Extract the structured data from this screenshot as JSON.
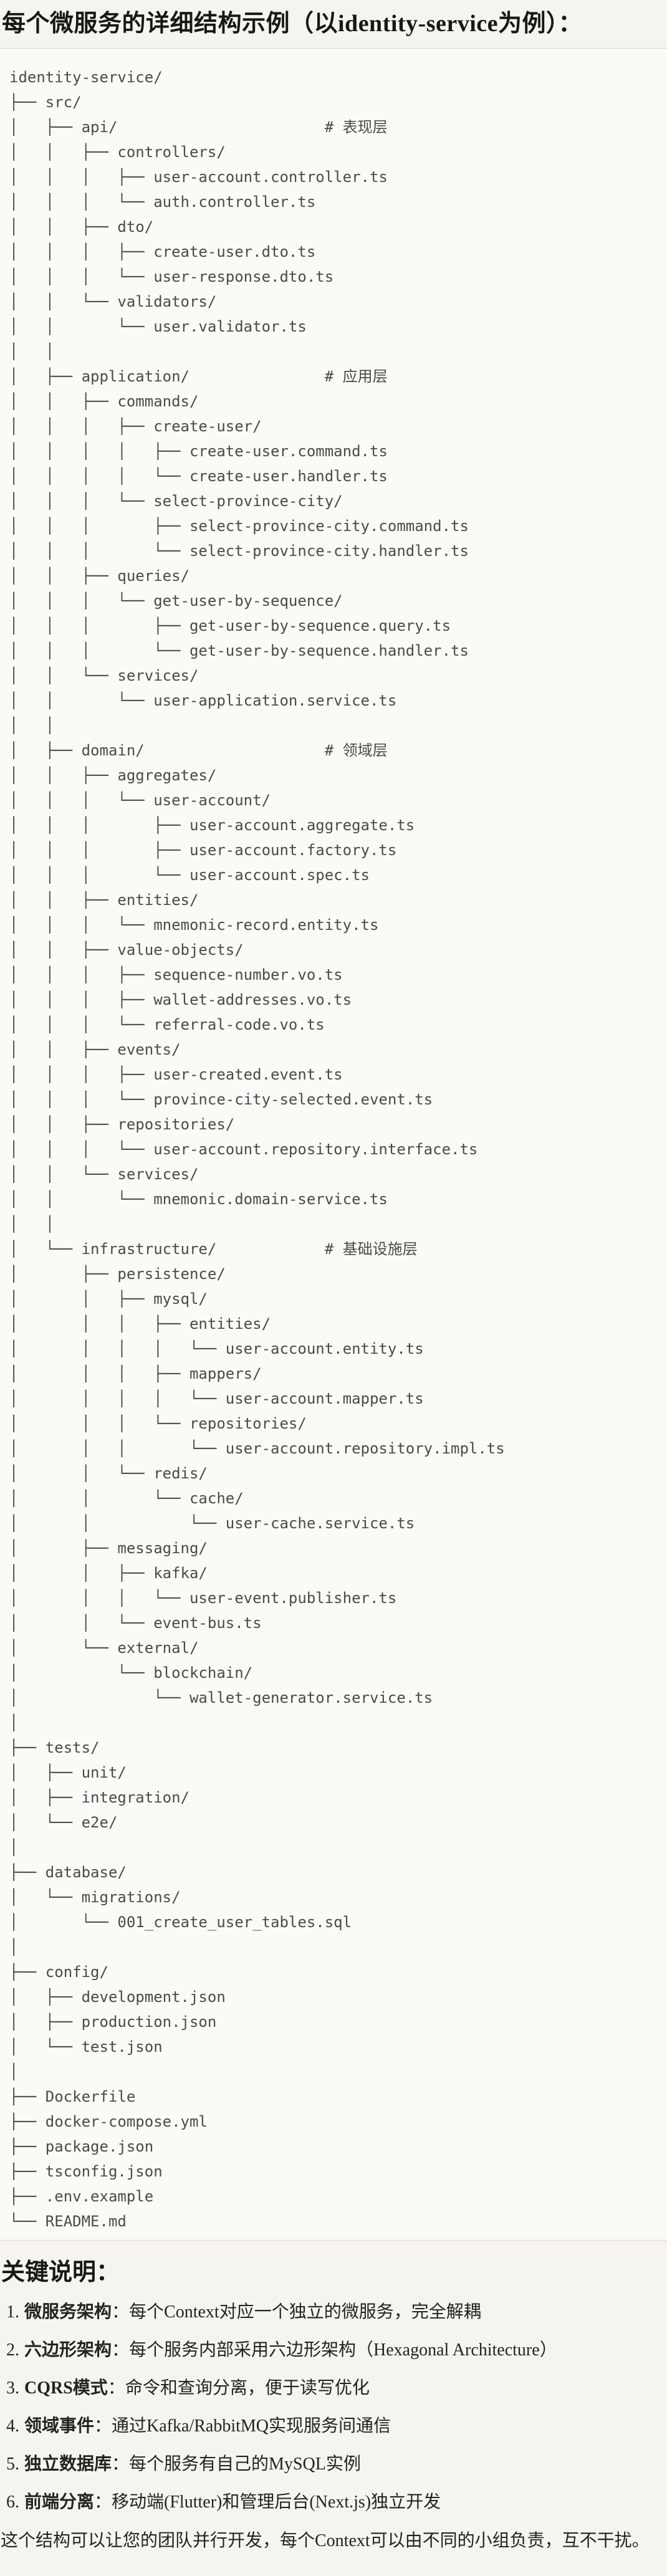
{
  "page": {
    "title": "每个微服务的详细结构示例（以identity-service为例）：",
    "code_block": {
      "language": "plaintext",
      "tree_lines": [
        "identity-service/",
        "├── src/",
        "│   ├── api/                       # 表现层",
        "│   │   ├── controllers/",
        "│   │   │   ├── user-account.controller.ts",
        "│   │   │   └── auth.controller.ts",
        "│   │   ├── dto/",
        "│   │   │   ├── create-user.dto.ts",
        "│   │   │   └── user-response.dto.ts",
        "│   │   └── validators/",
        "│   │       └── user.validator.ts",
        "│   │",
        "│   ├── application/               # 应用层",
        "│   │   ├── commands/",
        "│   │   │   ├── create-user/",
        "│   │   │   │   ├── create-user.command.ts",
        "│   │   │   │   └── create-user.handler.ts",
        "│   │   │   └── select-province-city/",
        "│   │   │       ├── select-province-city.command.ts",
        "│   │   │       └── select-province-city.handler.ts",
        "│   │   ├── queries/",
        "│   │   │   └── get-user-by-sequence/",
        "│   │   │       ├── get-user-by-sequence.query.ts",
        "│   │   │       └── get-user-by-sequence.handler.ts",
        "│   │   └── services/",
        "│   │       └── user-application.service.ts",
        "│   │",
        "│   ├── domain/                    # 领域层",
        "│   │   ├── aggregates/",
        "│   │   │   └── user-account/",
        "│   │   │       ├── user-account.aggregate.ts",
        "│   │   │       ├── user-account.factory.ts",
        "│   │   │       └── user-account.spec.ts",
        "│   │   ├── entities/",
        "│   │   │   └── mnemonic-record.entity.ts",
        "│   │   ├── value-objects/",
        "│   │   │   ├── sequence-number.vo.ts",
        "│   │   │   ├── wallet-addresses.vo.ts",
        "│   │   │   └── referral-code.vo.ts",
        "│   │   ├── events/",
        "│   │   │   ├── user-created.event.ts",
        "│   │   │   └── province-city-selected.event.ts",
        "│   │   ├── repositories/",
        "│   │   │   └── user-account.repository.interface.ts",
        "│   │   └── services/",
        "│   │       └── mnemonic.domain-service.ts",
        "│   │",
        "│   └── infrastructure/            # 基础设施层",
        "│       ├── persistence/",
        "│       │   ├── mysql/",
        "│       │   │   ├── entities/",
        "│       │   │   │   └── user-account.entity.ts",
        "│       │   │   ├── mappers/",
        "│       │   │   │   └── user-account.mapper.ts",
        "│       │   │   └── repositories/",
        "│       │   │       └── user-account.repository.impl.ts",
        "│       │   └── redis/",
        "│       │       └── cache/",
        "│       │           └── user-cache.service.ts",
        "│       ├── messaging/",
        "│       │   ├── kafka/",
        "│       │   │   └── user-event.publisher.ts",
        "│       │   └── event-bus.ts",
        "│       └── external/",
        "│           └── blockchain/",
        "│               └── wallet-generator.service.ts",
        "│",
        "├── tests/",
        "│   ├── unit/",
        "│   ├── integration/",
        "│   └── e2e/",
        "│",
        "├── database/",
        "│   └── migrations/",
        "│       └── 001_create_user_tables.sql",
        "│",
        "├── config/",
        "│   ├── development.json",
        "│   ├── production.json",
        "│   └── test.json",
        "│",
        "├── Dockerfile",
        "├── docker-compose.yml",
        "├── package.json",
        "├── tsconfig.json",
        "├── .env.example",
        "└── README.md"
      ]
    },
    "notes": {
      "heading": "关键说明：",
      "items": [
        {
          "num": "1.",
          "label": "微服务架构",
          "sep": "：",
          "text": "每个Context对应一个独立的微服务，完全解耦"
        },
        {
          "num": "2.",
          "label": "六边形架构",
          "sep": "：",
          "text": "每个服务内部采用六边形架构（Hexagonal Architecture）"
        },
        {
          "num": "3.",
          "label": "CQRS模式",
          "sep": "：",
          "text": "命令和查询分离，便于读写优化"
        },
        {
          "num": "4.",
          "label": "领域事件",
          "sep": "：",
          "text": "通过Kafka/RabbitMQ实现服务间通信"
        },
        {
          "num": "5.",
          "label": "独立数据库",
          "sep": "：",
          "text": "每个服务有自己的MySQL实例"
        },
        {
          "num": "6.",
          "label": "前端分离",
          "sep": "：",
          "text": "移动端(Flutter)和管理后台(Next.js)独立开发"
        }
      ],
      "closing": "这个结构可以让您的团队并行开发，每个Context可以由不同的小组负责，互不干扰。"
    },
    "colors": {
      "page_bg": "#f6f4ee",
      "code_bg": "#fbfaf7",
      "code_border": "#dcdad2",
      "code_text": "#4c4a45",
      "heading_text": "#181713",
      "body_text": "#24231d"
    }
  }
}
